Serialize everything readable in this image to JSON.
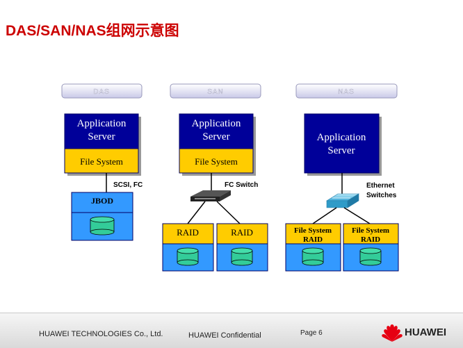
{
  "title": "DAS/SAN/NAS组网示意图",
  "das": {
    "label": "DAS",
    "app_server": [
      "Application",
      "Server"
    ],
    "file_system": "File System",
    "link": "SCSI, FC",
    "storage": "JBOD"
  },
  "san": {
    "label": "SAN",
    "app_server": [
      "Application",
      "Server"
    ],
    "file_system": "File System",
    "switch": "FC Switch",
    "raid1": "RAID",
    "raid2": "RAID"
  },
  "nas": {
    "label": "NAS",
    "app_server": [
      "Application",
      "Server"
    ],
    "switch": [
      "Ethernet",
      "Switches"
    ],
    "storage1": [
      "File System",
      "RAID"
    ],
    "storage2": [
      "File System",
      "RAID"
    ]
  },
  "footer": {
    "company": "HUAWEI TECHNOLOGIES Co., Ltd.",
    "confidential": "HUAWEI Confidential",
    "page": "Page 6",
    "brand": "HUAWEI"
  },
  "colors": {
    "title": "#cc0000",
    "server_blue": "#000099",
    "file_system_yellow": "#ffcc00",
    "storage_blue": "#3399ff",
    "disk_green": "#33cc99"
  }
}
